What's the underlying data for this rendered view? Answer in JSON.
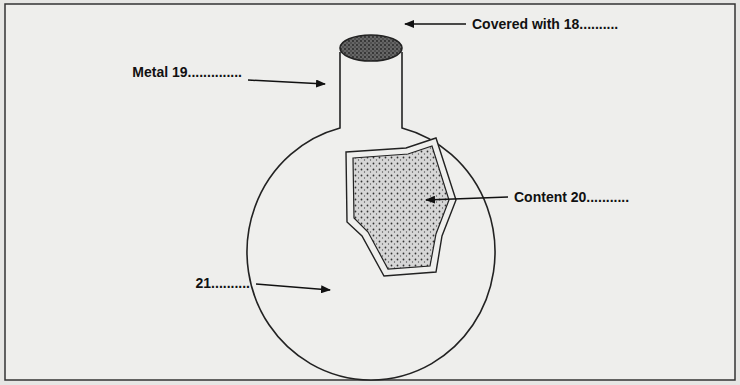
{
  "diagram": {
    "labels": [
      "Covered with 18..........",
      "Metal 19..............",
      "Content 20...........",
      "21.........."
    ]
  }
}
